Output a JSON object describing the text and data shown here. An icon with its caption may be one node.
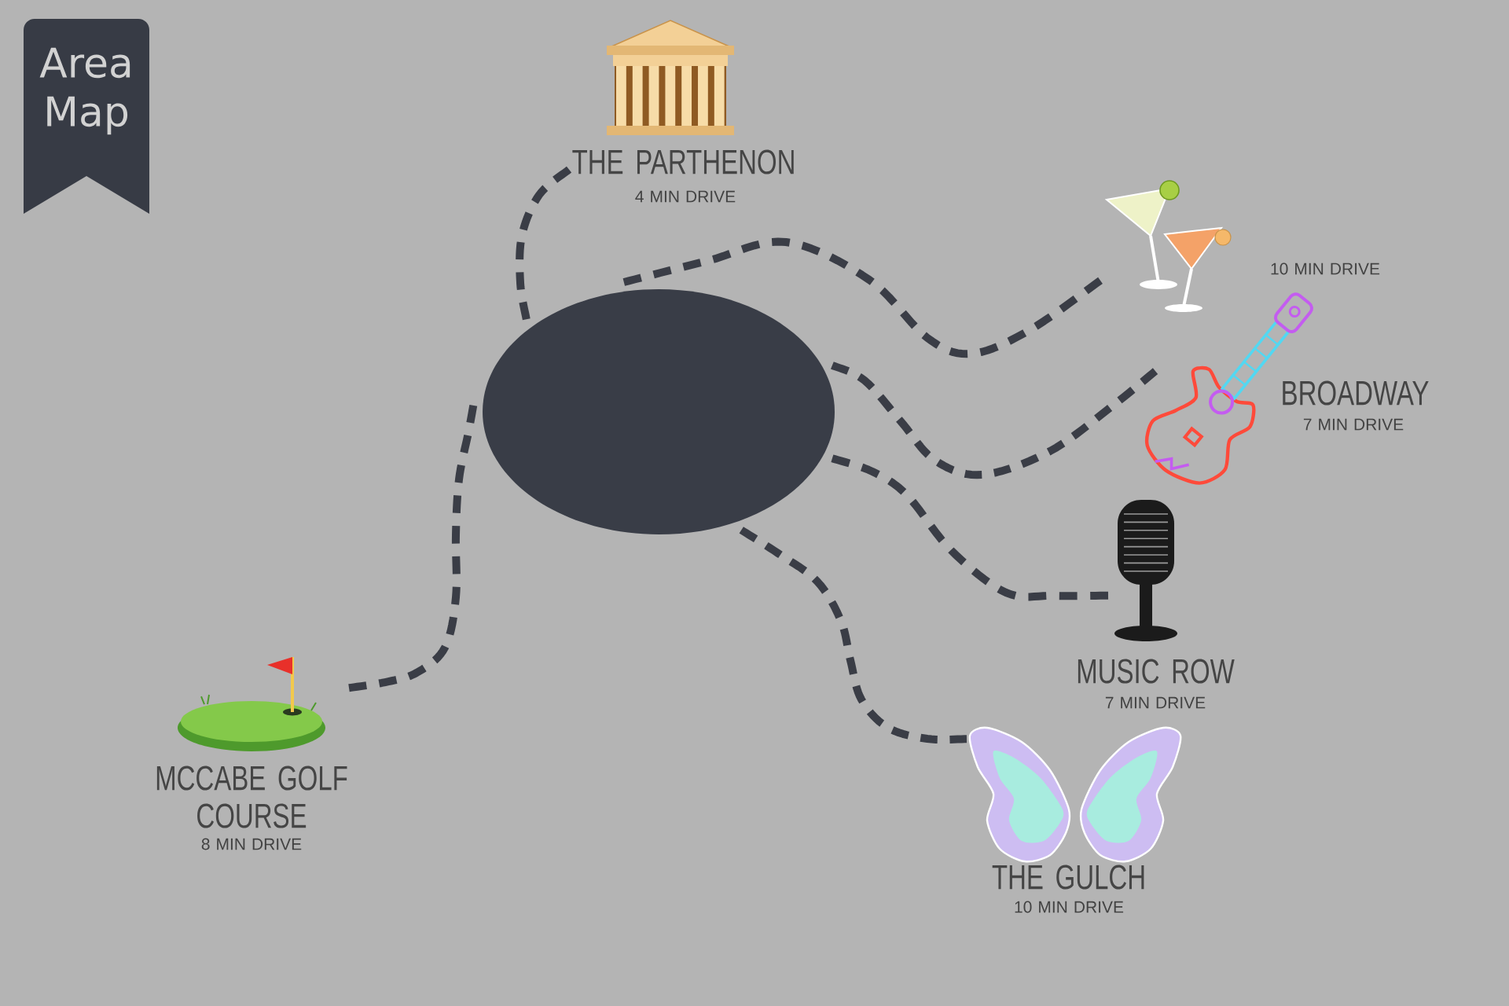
{
  "diagram": {
    "title": "Area Map",
    "nodes": [
      {
        "text": [],
        "shape": "circle"
      },
      {
        "text": [
          "THE PARTHENON",
          "4 MIN DRIVE"
        ]
      },
      {
        "text": [
          "10 MIN DRIVE"
        ]
      },
      {
        "text": [
          "BROADWAY",
          "7 MIN DRIVE"
        ]
      },
      {
        "text": [
          "MUSIC ROW",
          "7 MIN DRIVE"
        ]
      },
      {
        "text": [
          "THE GULCH",
          "10 MIN DRIVE"
        ]
      },
      {
        "text": [
          "MCCABE GOLF COURSE",
          "8 MIN DRIVE"
        ]
      }
    ],
    "edges": [
      {
        "from": 0,
        "to": 1,
        "arrow": "none"
      },
      {
        "from": 0,
        "to": 2,
        "arrow": "none"
      },
      {
        "from": 0,
        "to": 3,
        "arrow": "none"
      },
      {
        "from": 0,
        "to": 4,
        "arrow": "none"
      },
      {
        "from": 0,
        "to": 5,
        "arrow": "none"
      },
      {
        "from": 0,
        "to": 6,
        "arrow": "none"
      }
    ]
  }
}
